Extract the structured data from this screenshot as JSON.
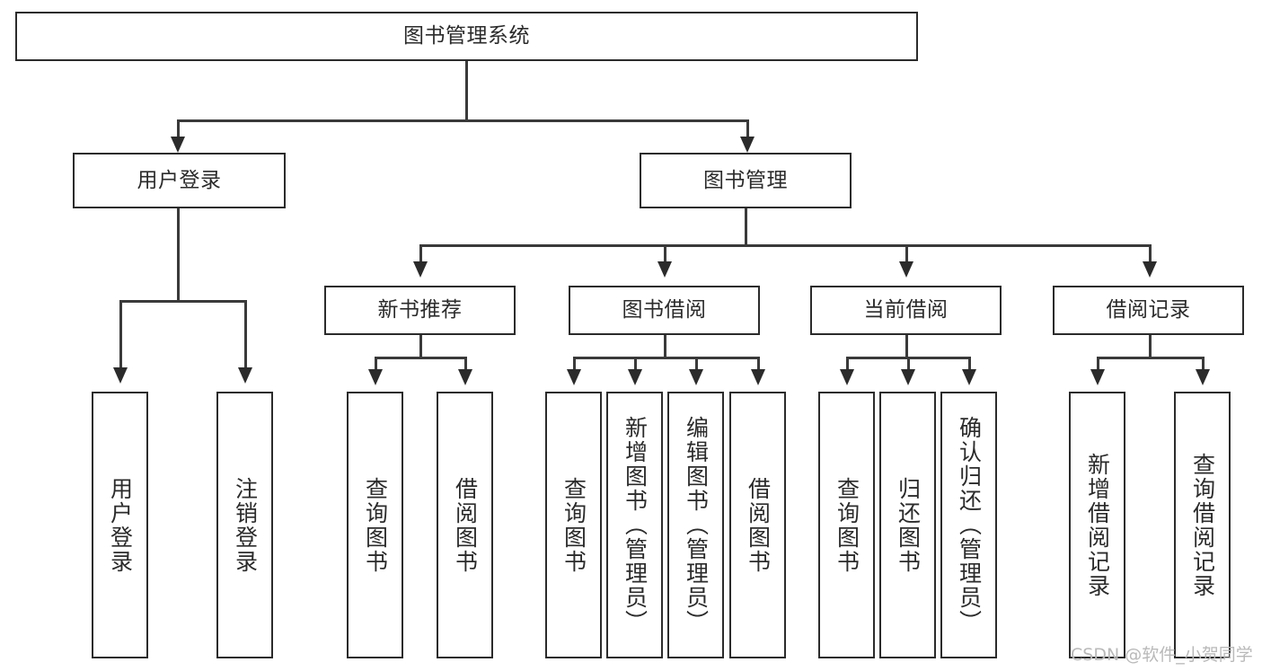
{
  "diagram": {
    "title": "图书管理系统",
    "type": "tree-hierarchy-functional-decomposition",
    "root": {
      "label": "图书管理系统"
    },
    "level1": [
      {
        "label": "用户登录"
      },
      {
        "label": "图书管理"
      }
    ],
    "level2": [
      {
        "label": "新书推荐"
      },
      {
        "label": "图书借阅"
      },
      {
        "label": "当前借阅"
      },
      {
        "label": "借阅记录"
      }
    ],
    "leaves": {
      "user_login": [
        {
          "label": "用户登录"
        },
        {
          "label": "注销登录"
        }
      ],
      "new_book_recommend": [
        {
          "label": "查询图书"
        },
        {
          "label": "借阅图书"
        }
      ],
      "book_borrow": [
        {
          "label": "查询图书"
        },
        {
          "label": "新增图书（管理员）"
        },
        {
          "label": "编辑图书（管理员）"
        },
        {
          "label": "借阅图书"
        }
      ],
      "current_borrow": [
        {
          "label": "查询图书"
        },
        {
          "label": "归还图书"
        },
        {
          "label": "确认归还（管理员）"
        }
      ],
      "borrow_record": [
        {
          "label": "新增借阅记录"
        },
        {
          "label": "查询借阅记录"
        }
      ]
    }
  },
  "watermark": {
    "text": "CSDN @软件_小贺同学"
  },
  "colors": {
    "box_border": "#2b2b2b",
    "line": "#3a3a3a",
    "text": "#2b2b2b",
    "background": "#ffffff",
    "watermark": "#b9b9b9"
  }
}
